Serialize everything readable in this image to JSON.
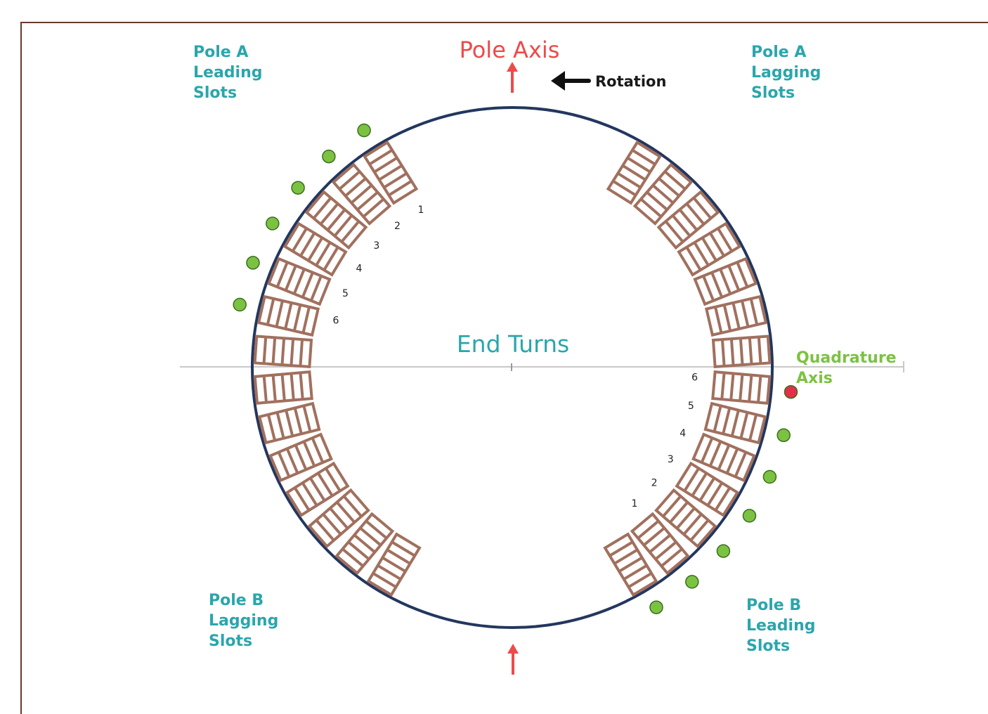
{
  "pole_axis": {
    "label": "Pole Axis"
  },
  "rotation": {
    "label": "Rotation"
  },
  "center_label": "End Turns",
  "quadrature_axis": {
    "line1": "Quadrature",
    "line2": "Axis"
  },
  "pole_a_leading": {
    "line1": "Pole A",
    "line2": "Leading",
    "line3": "Slots"
  },
  "pole_a_lagging": {
    "line1": "Pole A",
    "line2": "Lagging",
    "line3": "Slots"
  },
  "pole_b_lagging": {
    "line1": "Pole B",
    "line2": "Lagging",
    "line3": "Slots"
  },
  "pole_b_leading": {
    "line1": "Pole B",
    "line2": "Leading",
    "line3": "Slots"
  },
  "slot_numbers_left": [
    "1",
    "2",
    "3",
    "4",
    "5",
    "6"
  ],
  "slot_numbers_right": [
    "6",
    "5",
    "4",
    "3",
    "2",
    "1"
  ],
  "colors": {
    "frame": "#6b3a2e",
    "rotor_ring": "#23375e",
    "slot_fill": "#a1705e",
    "slot_bars": "#ffffff",
    "marker_green": "#7cc242",
    "marker_red": "#e2304a",
    "label_teal": "#2aa6ac",
    "axis_red": "#ee4a4a",
    "quadrature_green": "#7cc242"
  }
}
